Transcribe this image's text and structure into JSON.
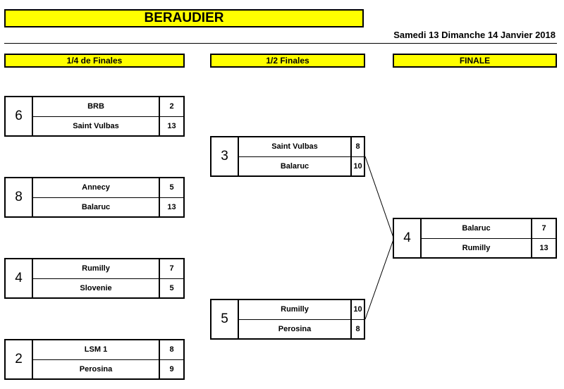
{
  "header": {
    "title": "BERAUDIER",
    "date": "Samedi 13 Dimanche 14 Janvier 2018"
  },
  "rounds": {
    "quarter": {
      "label": "1/4 de Finales"
    },
    "semi": {
      "label": "1/2 Finales"
    },
    "final": {
      "label": "FINALE"
    }
  },
  "colors": {
    "header_fill": "#ffff00",
    "border": "#000000"
  },
  "quarter_finals": [
    {
      "number": "6",
      "team1": "BRB",
      "score1": "2",
      "team2": "Saint Vulbas",
      "score2": "13"
    },
    {
      "number": "8",
      "team1": "Annecy",
      "score1": "5",
      "team2": "Balaruc",
      "score2": "13"
    },
    {
      "number": "4",
      "team1": "Rumilly",
      "score1": "7",
      "team2": "Slovenie",
      "score2": "5"
    },
    {
      "number": "2",
      "team1": "LSM 1",
      "score1": "8",
      "team2": "Perosina",
      "score2": "9"
    }
  ],
  "semi_finals": [
    {
      "number": "3",
      "team1": "Saint Vulbas",
      "score1": "8",
      "team2": "Balaruc",
      "score2": "10"
    },
    {
      "number": "5",
      "team1": "Rumilly",
      "score1": "10",
      "team2": "Perosina",
      "score2": "8"
    }
  ],
  "final": {
    "number": "4",
    "team1": "Balaruc",
    "score1": "7",
    "team2": "Rumilly",
    "score2": "13"
  }
}
